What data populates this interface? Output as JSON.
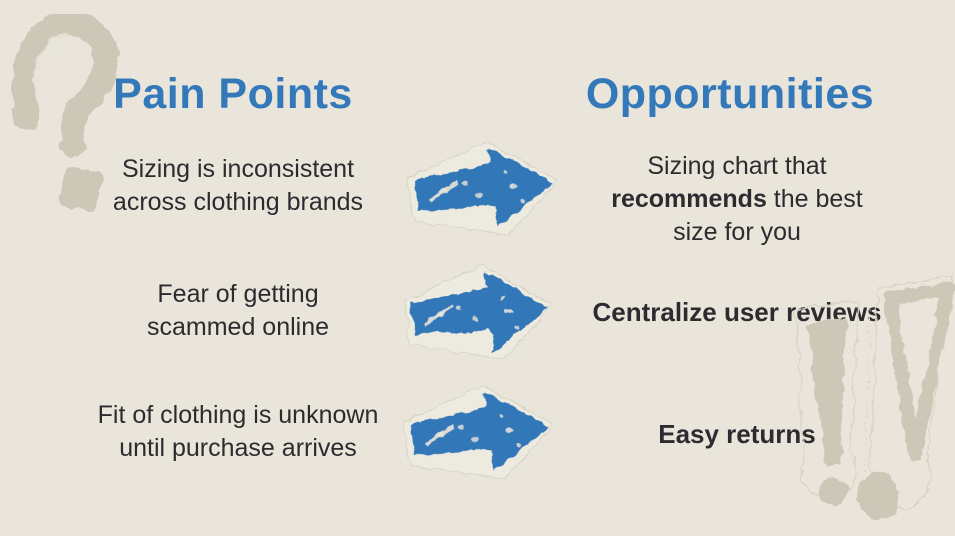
{
  "slide": {
    "header": {
      "pain": "Pain Points",
      "opportunities": "Opportunities"
    },
    "rows": [
      {
        "pain": {
          "line1": "Sizing is inconsistent",
          "line2": "across clothing brands"
        },
        "opportunity": {
          "line1": "Sizing chart that",
          "bold_word": "recommends",
          "line2_rest": " the best",
          "line3": "size for you"
        }
      },
      {
        "pain": {
          "line1": "Fear of getting",
          "line2": "scammed online"
        },
        "opportunity": {
          "text": "Centralize user reviews"
        }
      },
      {
        "pain": {
          "line1": "Fit of clothing is unknown",
          "line2": "until purchase arrives"
        },
        "opportunity": {
          "text": "Easy returns"
        }
      }
    ],
    "icons": {
      "question_mark": "question-mark-doodle",
      "arrows": "hand-drawn-right-arrow",
      "exclamations": "double-exclamation-doodle"
    },
    "colors": {
      "background": "#e9e5da",
      "accent_blue": "#3378b9",
      "doodle_gray": "#cdc7b7",
      "text_dark": "#2d2b2f"
    }
  }
}
